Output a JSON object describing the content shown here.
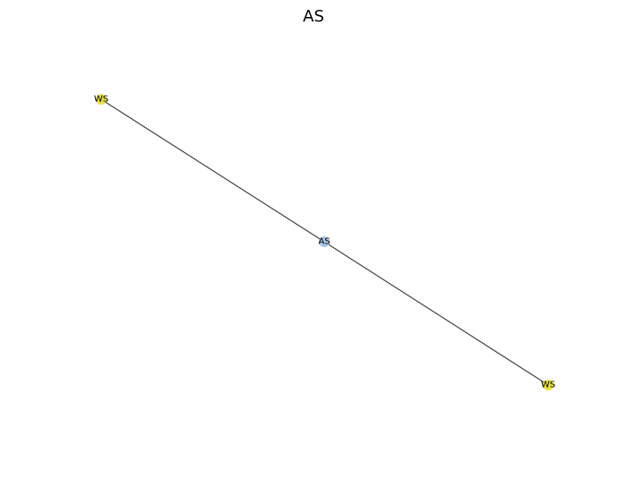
{
  "title": "AS",
  "graph": {
    "nodes": [
      {
        "id": "ws_top",
        "label": "WS",
        "kind": "ws",
        "fill": "#e9e04a"
      },
      {
        "id": "as_center",
        "label": "AS",
        "kind": "as",
        "fill": "#a9c4e4"
      },
      {
        "id": "ws_bottom",
        "label": "WS",
        "kind": "ws",
        "fill": "#e9e04a"
      }
    ],
    "edges": [
      {
        "from": "ws_top",
        "to": "as_center"
      },
      {
        "from": "as_center",
        "to": "ws_bottom"
      }
    ],
    "edge_color": "#404040",
    "label_color": "#000000"
  }
}
